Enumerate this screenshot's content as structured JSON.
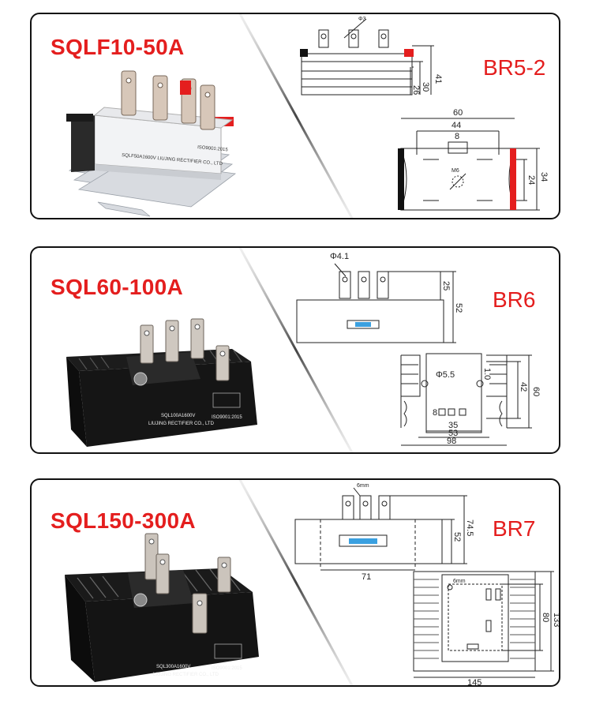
{
  "products": [
    {
      "model": "SQLF10-50A",
      "package": "BR5-2",
      "body_text": [
        "ISO9001:2015",
        "SQLF50A1600V LIUJING RECTIFIER CO., LTD"
      ],
      "dims": {
        "hole": "Φ3",
        "h41": "41",
        "h30": "30",
        "h26": "26",
        "w60": "60",
        "w44": "44",
        "w8": "8",
        "h34": "34",
        "h24": "24",
        "screw": "M6"
      }
    },
    {
      "model": "SQL60-100A",
      "package": "BR6",
      "body_text": [
        "SQL100A1600V",
        "LIUJING RECTIFIER CO., LTD",
        "ISO9001:2015"
      ],
      "dims": {
        "hole": "Φ4.1",
        "h25": "25",
        "h52": "52",
        "hole2": "Φ5.5",
        "t10": "1.0",
        "h42": "42",
        "h60": "60",
        "w8": "8",
        "w35": "35",
        "w53": "53",
        "w98": "98"
      }
    },
    {
      "model": "SQL150-300A",
      "package": "BR7",
      "body_text": [
        "SQL300A1600V",
        "LIUJING RECTIFIER CO., LTD",
        "ISO9001:2015"
      ],
      "dims": {
        "term": "6mm",
        "h52": "52",
        "h745": "74.5",
        "w71": "71",
        "term2": "6mm",
        "h80": "80",
        "h133": "133",
        "w145": "145"
      }
    }
  ],
  "colors": {
    "accent": "#e41e1e",
    "border": "#111111"
  }
}
